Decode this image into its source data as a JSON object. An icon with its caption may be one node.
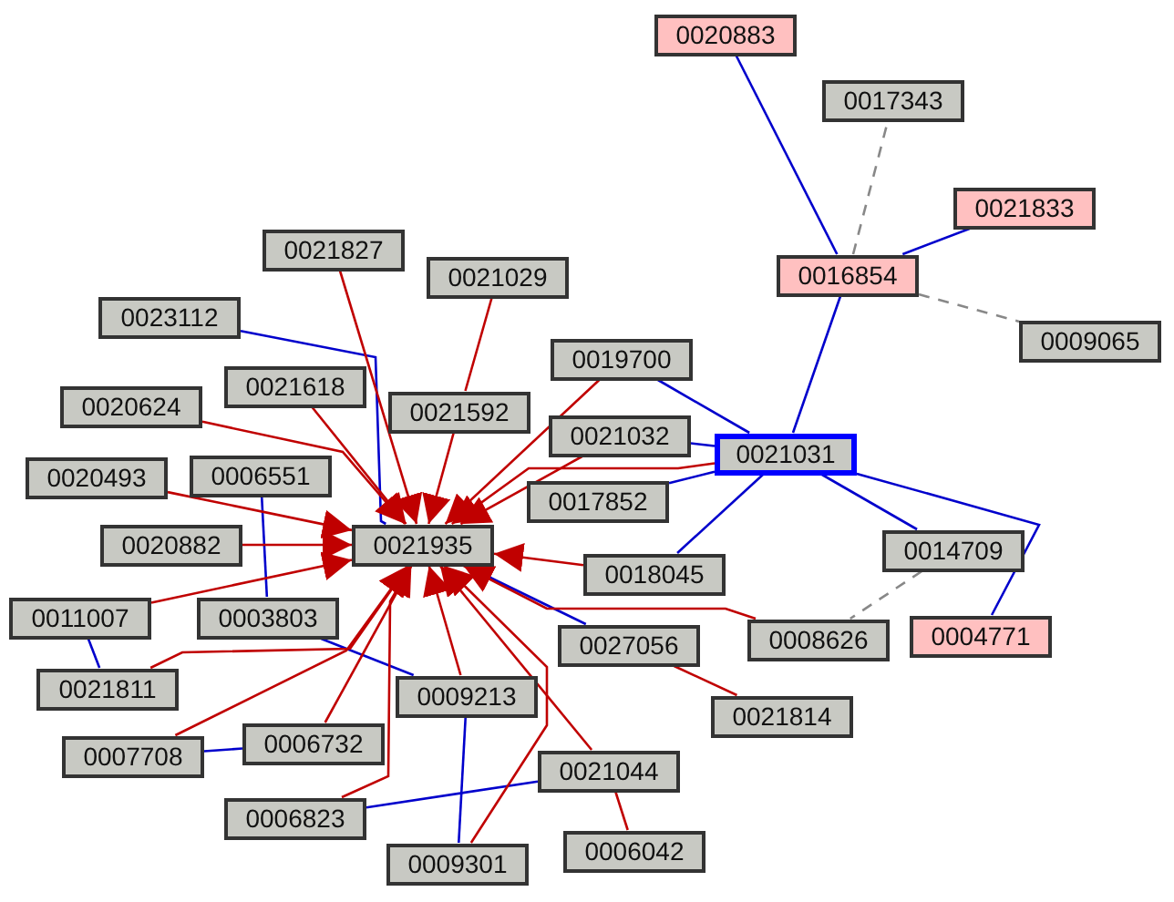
{
  "diagram": {
    "nodes": [
      {
        "text": [
          "0020883"
        ]
      },
      {
        "text": [
          "0017343"
        ]
      },
      {
        "text": [
          "0021833"
        ]
      },
      {
        "text": [
          "0021827"
        ]
      },
      {
        "text": [
          "0016854"
        ]
      },
      {
        "text": [
          "0021029"
        ]
      },
      {
        "text": [
          "0023112"
        ]
      },
      {
        "text": [
          "0009065"
        ]
      },
      {
        "text": [
          "0019700"
        ]
      },
      {
        "text": [
          "0021618"
        ]
      },
      {
        "text": [
          "0020624"
        ]
      },
      {
        "text": [
          "0021592"
        ]
      },
      {
        "text": [
          "0021032"
        ]
      },
      {
        "text": [
          "0021031"
        ]
      },
      {
        "text": [
          "0020493"
        ]
      },
      {
        "text": [
          "0006551"
        ]
      },
      {
        "text": [
          "0017852"
        ]
      },
      {
        "text": [
          "0020882"
        ]
      },
      {
        "text": [
          "0021935"
        ]
      },
      {
        "text": [
          "0014709"
        ]
      },
      {
        "text": [
          "0018045"
        ]
      },
      {
        "text": [
          "0011007"
        ]
      },
      {
        "text": [
          "0003803"
        ]
      },
      {
        "text": [
          "0004771"
        ]
      },
      {
        "text": [
          "0008626"
        ]
      },
      {
        "text": [
          "0027056"
        ]
      },
      {
        "text": [
          "0021811"
        ]
      },
      {
        "text": [
          "0009213"
        ]
      },
      {
        "text": [
          "0021814"
        ]
      },
      {
        "text": [
          "0007708"
        ]
      },
      {
        "text": [
          "0006732"
        ]
      },
      {
        "text": [
          "0021044"
        ]
      },
      {
        "text": [
          "0006823"
        ]
      },
      {
        "text": [
          "0006042"
        ]
      },
      {
        "text": [
          "0009301"
        ]
      }
    ],
    "edges": [
      {
        "from": 0,
        "to": 4,
        "arrow": "none",
        "color": "#0000cc"
      },
      {
        "from": 4,
        "to": 1,
        "arrow": "none",
        "style": "dashed",
        "color": "#888888"
      },
      {
        "from": 4,
        "to": 2,
        "arrow": "none",
        "color": "#0000cc"
      },
      {
        "from": 4,
        "to": 7,
        "arrow": "none",
        "style": "dashed",
        "color": "#888888"
      },
      {
        "from": 4,
        "to": 13,
        "arrow": "none",
        "color": "#0000cc"
      },
      {
        "from": 8,
        "to": 13,
        "arrow": "none",
        "color": "#0000cc"
      },
      {
        "from": 12,
        "to": 13,
        "arrow": "none",
        "color": "#0000cc"
      },
      {
        "from": 13,
        "to": 16,
        "arrow": "none",
        "color": "#0000cc"
      },
      {
        "from": 13,
        "to": 20,
        "arrow": "none",
        "color": "#0000cc"
      },
      {
        "from": 13,
        "to": 19,
        "arrow": "none",
        "color": "#0000cc"
      },
      {
        "from": 13,
        "to": 23,
        "arrow": "none",
        "color": "#0000cc"
      },
      {
        "from": 19,
        "to": 24,
        "arrow": "none",
        "style": "dashed",
        "color": "#888888"
      },
      {
        "from": 6,
        "to": 18,
        "arrow": "none",
        "color": "#0000cc"
      },
      {
        "from": 15,
        "to": 22,
        "arrow": "none",
        "color": "#0000cc"
      },
      {
        "from": 22,
        "to": 27,
        "arrow": "none",
        "color": "#0000cc"
      },
      {
        "from": 25,
        "to": 18,
        "arrow": "none",
        "color": "#0000cc"
      },
      {
        "from": 21,
        "to": 26,
        "arrow": "none",
        "color": "#0000cc"
      },
      {
        "from": 29,
        "to": 30,
        "arrow": "none",
        "color": "#0000cc"
      },
      {
        "from": 32,
        "to": 31,
        "arrow": "none",
        "color": "#0000cc"
      },
      {
        "from": 27,
        "to": 34,
        "arrow": "none",
        "color": "#0000cc"
      },
      {
        "from": 5,
        "to": 11,
        "arrow": "none"
      },
      {
        "from": 28,
        "to": 25,
        "arrow": "none"
      },
      {
        "from": 33,
        "to": 31,
        "arrow": "none"
      },
      {
        "from": 3,
        "to": 18,
        "arrow": "to"
      },
      {
        "from": 11,
        "to": 18,
        "arrow": "to"
      },
      {
        "from": 9,
        "to": 18,
        "arrow": "to"
      },
      {
        "from": 8,
        "to": 18,
        "arrow": "to"
      },
      {
        "from": 12,
        "to": 18,
        "arrow": "to"
      },
      {
        "from": 13,
        "to": 18,
        "arrow": "to"
      },
      {
        "from": 20,
        "to": 18,
        "arrow": "to"
      },
      {
        "from": 24,
        "to": 18,
        "arrow": "to"
      },
      {
        "from": 10,
        "to": 18,
        "arrow": "to"
      },
      {
        "from": 14,
        "to": 18,
        "arrow": "to"
      },
      {
        "from": 17,
        "to": 18,
        "arrow": "to"
      },
      {
        "from": 21,
        "to": 18,
        "arrow": "to"
      },
      {
        "from": 26,
        "to": 18,
        "arrow": "to"
      },
      {
        "from": 29,
        "to": 18,
        "arrow": "to"
      },
      {
        "from": 30,
        "to": 18,
        "arrow": "to"
      },
      {
        "from": 32,
        "to": 18,
        "arrow": "to"
      },
      {
        "from": 34,
        "to": 18,
        "arrow": "to"
      },
      {
        "from": 27,
        "to": 18,
        "arrow": "to"
      },
      {
        "from": 31,
        "to": 18,
        "arrow": "to"
      }
    ]
  }
}
